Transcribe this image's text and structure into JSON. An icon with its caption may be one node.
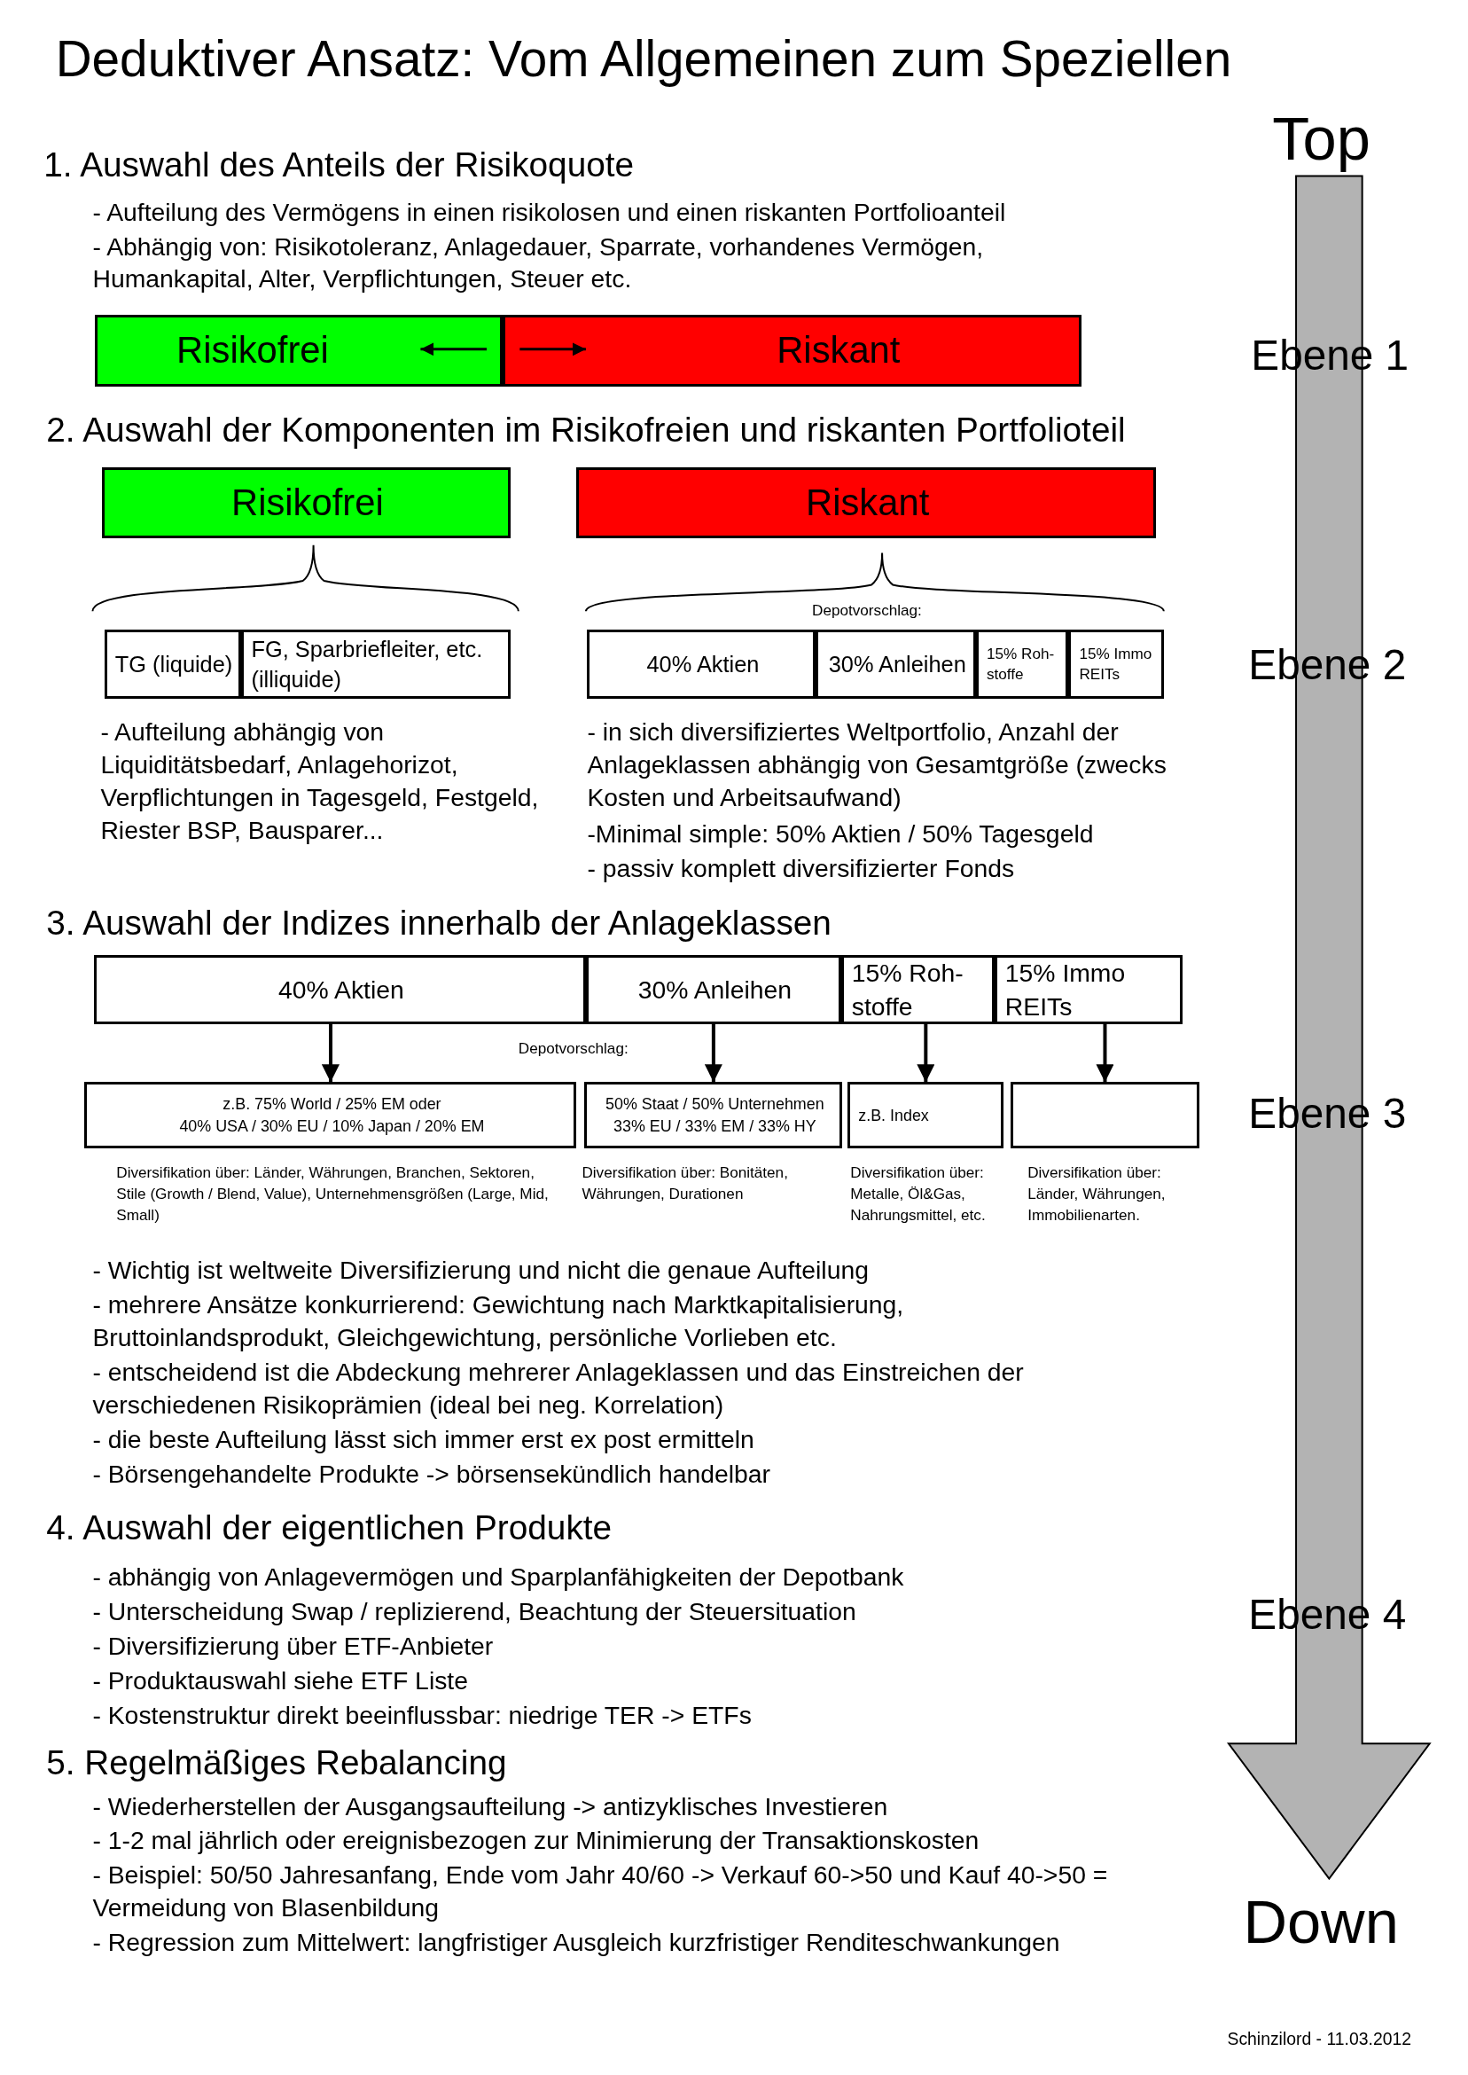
{
  "diagram": {
    "title": "Deduktiver Ansatz: Vom Allgemeinen zum Speziellen",
    "nodes": [
      {
        "text": [
          "Risikofrei"
        ]
      },
      {
        "text": [
          "Riskant"
        ]
      },
      {
        "text": [
          "Risikofrei"
        ]
      },
      {
        "text": [
          "Riskant"
        ]
      },
      {
        "text": [
          "TG (liquide)"
        ]
      },
      {
        "text": [
          "FG, Sparbriefleiter, etc. (illiquide)"
        ]
      },
      {
        "text": [
          "40% Aktien"
        ]
      },
      {
        "text": [
          "30% Anleihen"
        ]
      },
      {
        "text": [
          "15% Roh- stoffe"
        ]
      },
      {
        "text": [
          "15% Immo REITs"
        ]
      },
      {
        "text": [
          "40% Aktien"
        ]
      },
      {
        "text": [
          "30% Anleihen"
        ]
      },
      {
        "text": [
          "15% Roh- stoffe"
        ]
      },
      {
        "text": [
          "15% Immo REITs"
        ]
      },
      {
        "text": [
          "z.B. 75% World / 25% EM oder",
          "40% USA / 30% EU / 10% Japan / 20% EM"
        ],
        "beside": [
          "Diversifikation über: Länder, Währungen, Branchen, Sektoren, Stile (Growth / Blend, Value), Unternehmensgrößen (Large, Mid, Small)"
        ]
      },
      {
        "text": [
          "50% Staat / 50% Unternehmen 33% EU / 33% EM / 33% HY"
        ],
        "beside": [
          "Diversifikation über: Bonitäten, Währungen, Durationen"
        ]
      },
      {
        "text": [
          "z.B. Index"
        ],
        "beside": [
          "Diversifikation über: Metalle, Öl&Gas, Nahrungsmittel, etc."
        ]
      },
      {
        "text": [],
        "shape": "box",
        "beside": [
          "Diversifikation über: Länder, Währungen, Immobilienarten."
        ]
      }
    ],
    "edges": [
      {
        "from": 10,
        "to": 14,
        "arrow": "to"
      },
      {
        "from": 11,
        "to": 15,
        "arrow": "to"
      },
      {
        "from": 12,
        "to": 16,
        "arrow": "to"
      },
      {
        "from": 13,
        "to": 17,
        "arrow": "to"
      }
    ],
    "labels": [
      "Top",
      "1. Auswahl des Anteils der Risikoquote",
      "- Aufteilung des Vermögens in einen risikolosen und einen riskanten Portfolioanteil",
      "- Abhängig von: Risikotoleranz, Anlagedauer, Sparrate, vorhandenes Vermögen, Humankapital, Alter, Verpflichtungen, Steuer etc.",
      "Ebene 1",
      "2. Auswahl der Komponenten im Risikofreien und riskanten Portfolioteil",
      "Depotvorschlag:",
      "Ebene 2",
      "- Aufteilung abhängig von Liquiditätsbedarf, Anlagehorizot, Verpflichtungen in Tagesgeld, Festgeld, Riester BSP, Bausparer...",
      "- in sich diversifiziertes Weltportfolio, Anzahl der Anlageklassen abhängig von Gesamtgröße (zwecks Kosten und Arbeitsaufwand)",
      "-Minimal simple: 50% Aktien / 50% Tagesgeld",
      "- passiv komplett diversifizierter Fonds",
      "3. Auswahl der Indizes innerhalb der Anlageklassen",
      "Depotvorschlag:",
      "Ebene 3",
      "- Wichtig ist weltweite Diversifizierung und nicht die genaue Aufteilung",
      "- mehrere Ansätze konkurrierend: Gewichtung nach Marktkapitalisierung, Bruttoinlandsprodukt, Gleichgewichtung, persönliche Vorlieben etc.",
      "- entscheidend ist die Abdeckung mehrerer Anlageklassen und das Einstreichen der verschiedenen Risikoprämien (ideal bei neg. Korrelation)",
      "- die beste Aufteilung lässt sich immer erst ex post ermitteln",
      "- Börsengehandelte Produkte -> börsensekündlich handelbar",
      "4. Auswahl der eigentlichen Produkte",
      "- abhängig von Anlagevermögen und Sparplanfähigkeiten der Depotbank",
      "- Unterscheidung Swap / replizierend, Beachtung der Steuersituation",
      "- Diversifizierung über ETF-Anbieter",
      "- Produktauswahl siehe ETF Liste",
      "- Kostenstruktur direkt beeinflussbar: niedrige TER -> ETFs",
      "Ebene 4",
      "5. Regelmäßiges Rebalancing",
      "- Wiederherstellen der Ausgangsaufteilung -> antizyklisches Investieren",
      "- 1-2 mal jährlich oder ereignisbezogen zur Minimierung der Transaktionskosten",
      "- Beispiel: 50/50 Jahresanfang, Ende vom Jahr 40/60 -> Verkauf 60->50 und Kauf 40->50 = Vermeidung von Blasenbildung",
      "- Regression zum Mittelwert: langfristiger Ausgleich kurzfristiger Renditeschwankungen",
      "Down",
      "Schinzilord - 11.03.2012"
    ]
  }
}
